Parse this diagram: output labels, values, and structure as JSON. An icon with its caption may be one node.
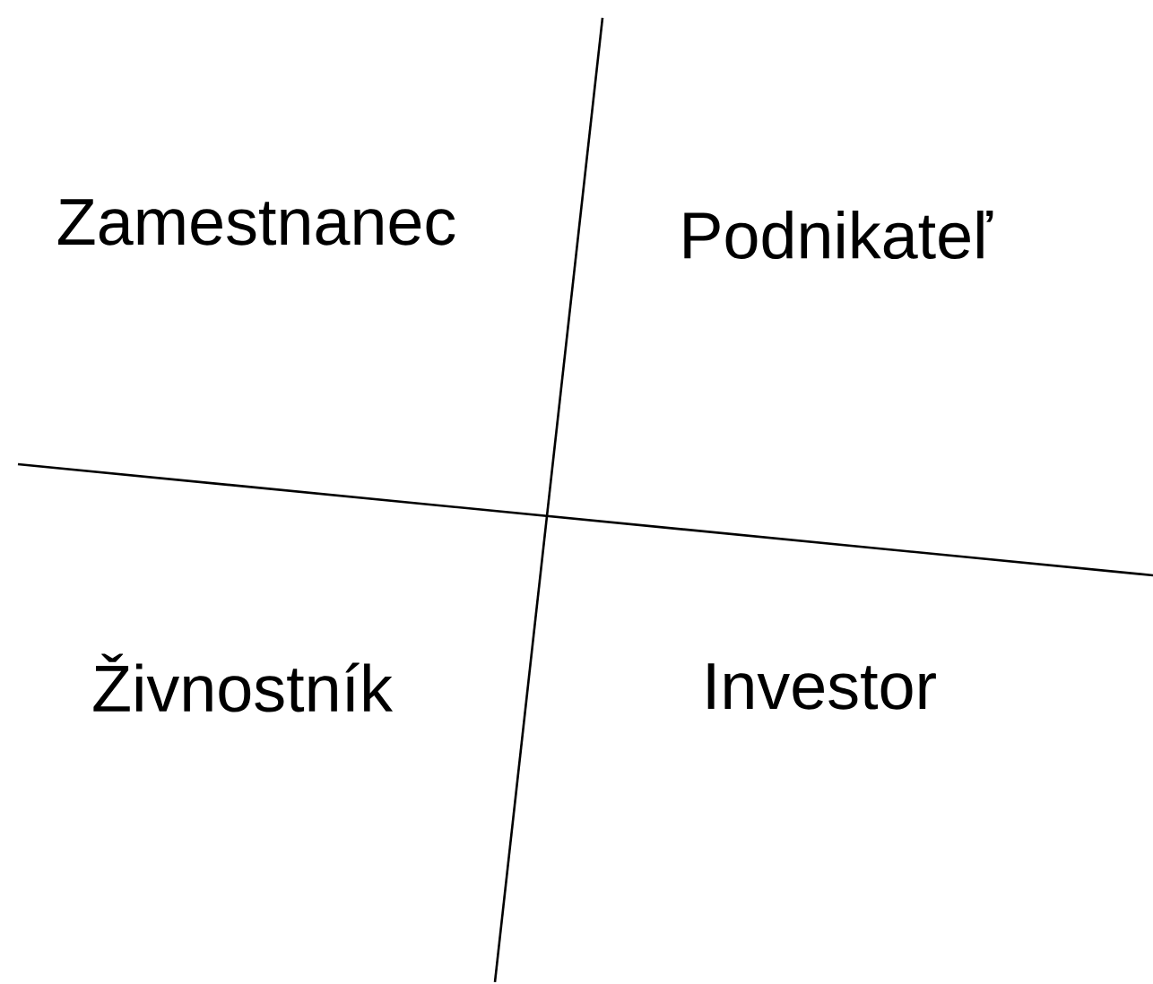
{
  "diagram": {
    "labels": [
      "Zamestnanec",
      "Podnikateľ",
      "Živnostník",
      "Investor"
    ]
  }
}
